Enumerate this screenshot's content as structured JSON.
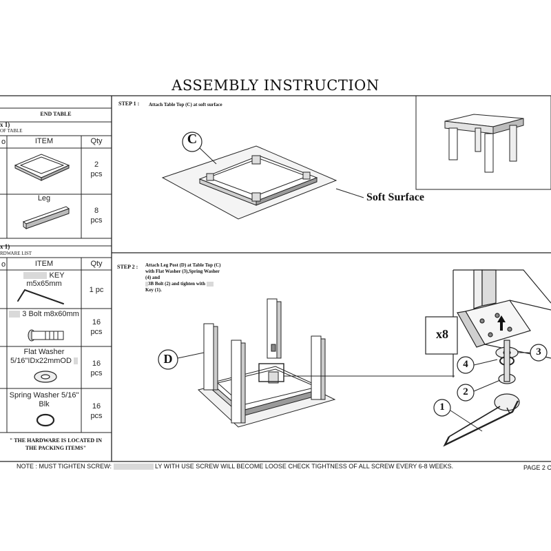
{
  "document": {
    "title": "ASSEMBLY INSTRUCTION",
    "page_label": "PAGE 2 C",
    "note": {
      "prefix": "NOTE : MUST TIGHTEN SCREW:",
      "suffix": "LY WITH USE SCREW WILL BECOME LOOSE CHECK TIGHTNESS OF ALL SCREW EVERY 6-8 WEEKS."
    }
  },
  "parts_table": {
    "heading": "END TABLE",
    "box_label": "x 1)",
    "box_sublabel": "OF TABLE",
    "col_no": "o",
    "col_item": "ITEM",
    "col_qty": "Qty",
    "rows": [
      {
        "name": "",
        "qty": "2",
        "unit": "pcs"
      },
      {
        "name": "Leg",
        "qty": "8",
        "unit": "pcs"
      }
    ]
  },
  "hardware_table": {
    "box_label": "x 1)",
    "box_sublabel": "RDWARE LIST",
    "col_no": "o",
    "col_item": "ITEM",
    "col_qty": "Qty",
    "rows": [
      {
        "name": "KEY m5x65mm",
        "qty": "1 pc",
        "unit": ""
      },
      {
        "name": "3 Bolt m8x60mm",
        "qty": "16",
        "unit": "pcs"
      },
      {
        "name_line1": "Flat Washer",
        "name_line2": "5/16\"IDx22mmOD",
        "qty": "16",
        "unit": "pcs"
      },
      {
        "name_line1": "Spring Washer 5/16\"",
        "name_line2": "Blk",
        "qty": "16",
        "unit": "pcs"
      }
    ],
    "footer_line1": "\" THE HARDWARE IS LOCATED IN",
    "footer_line2": "THE PACKING ITEMS\""
  },
  "step1": {
    "label": "STEP 1 :",
    "text": "Attach Table  Top (C) at soft surface",
    "part_letter": "C",
    "surface_label": "Soft Surface"
  },
  "step2": {
    "label": "STEP 2 :",
    "line1": "Attach Leg Post (D) at Table Top (C)",
    "line2": "with Flat Washer (3),Spring Washer",
    "line3": "(4) and",
    "line4": "3B Bolt (2) and tighten with",
    "line5": "Key (1).",
    "part_letter": "D",
    "multiplier": "x8",
    "callouts": [
      "1",
      "2",
      "3",
      "4"
    ]
  }
}
